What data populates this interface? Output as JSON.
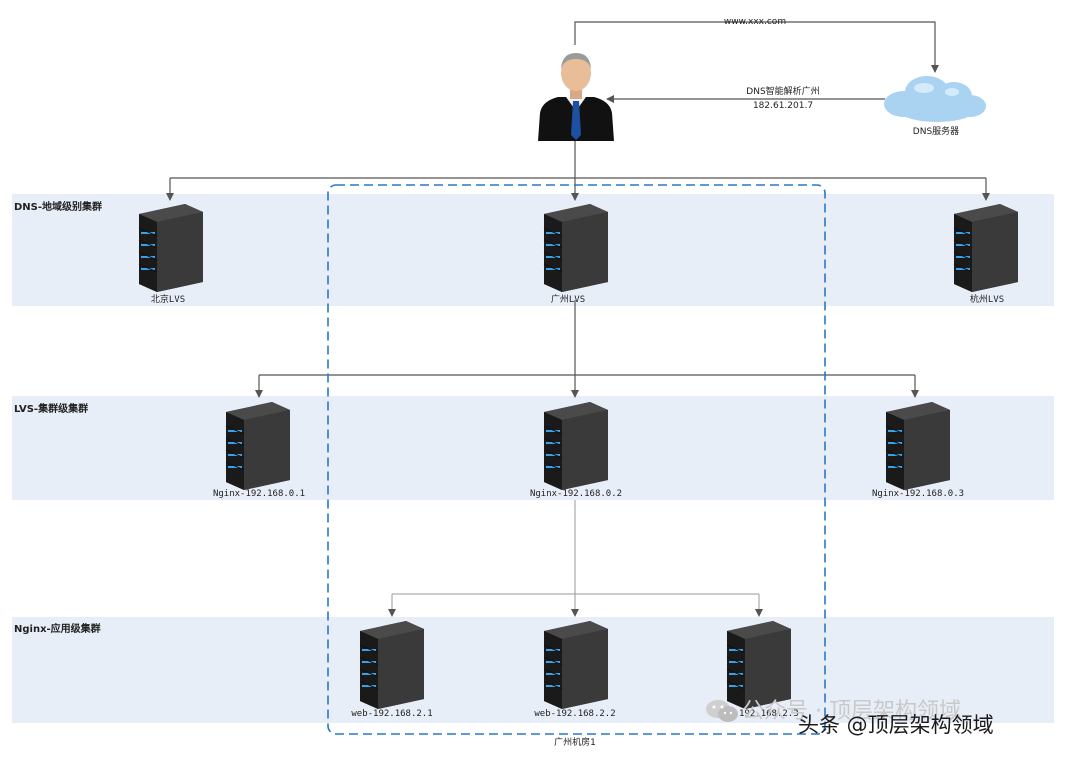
{
  "top": {
    "domain_label": "www.xxx.com",
    "dns_resolve_line1": "DNS智能解析广州",
    "dns_resolve_line2": "182.61.201.7",
    "dns_server_label": "DNS服务器"
  },
  "tiers": {
    "dns": {
      "label": "DNS-地域级别集群",
      "servers": [
        "北京LVS",
        "广州LVS",
        "杭州LVS"
      ]
    },
    "lvs": {
      "label": "LVS-集群级集群",
      "servers": [
        "Nginx-192.168.0.1",
        "Nginx-192.168.0.2",
        "Nginx-192.168.0.3"
      ]
    },
    "nginx": {
      "label": "Nginx-应用级集群",
      "servers": [
        "web-192.168.2.1",
        "web-192.168.2.2",
        "web-192.168.2.3"
      ]
    }
  },
  "datacenter": {
    "label": "广州机房1"
  },
  "watermark": {
    "gray_text": "公众号 · 顶层架构领域",
    "dark_text": "头条 @顶层架构领域"
  },
  "colors": {
    "band": "#e8eef8",
    "dashed_border": "#2a78c8",
    "server_dark": "#2b2b2b",
    "server_led": "#3aa0e8",
    "cloud": "#a9d3f0"
  },
  "icons": [
    "user-icon",
    "cloud-icon",
    "server-icon",
    "wechat-icon"
  ]
}
